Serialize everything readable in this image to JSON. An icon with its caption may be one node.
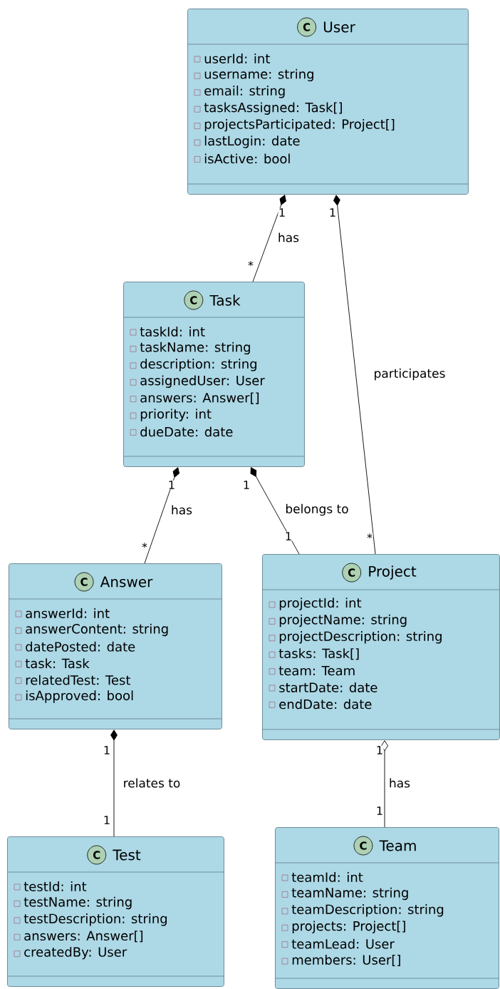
{
  "diagram": {
    "nodes": [
      {
        "text": [
          "C",
          "User",
          "userId: int",
          "username: string",
          "email: string",
          "tasksAssigned: Task[]",
          "projectsParticipated: Project[]",
          "lastLogin: date",
          "isActive: bool"
        ]
      },
      {
        "text": [
          "C",
          "Task",
          "taskId: int",
          "taskName: string",
          "description: string",
          "assignedUser: User",
          "answers: Answer[]",
          "priority: int",
          "dueDate: date"
        ]
      },
      {
        "text": [
          "C",
          "Answer",
          "answerId: int",
          "answerContent: string",
          "datePosted: date",
          "task: Task",
          "relatedTest: Test",
          "isApproved: bool"
        ]
      },
      {
        "text": [
          "C",
          "Project",
          "projectId: int",
          "projectName: string",
          "projectDescription: string",
          "tasks: Task[]",
          "team: Team",
          "startDate: date",
          "endDate: date"
        ]
      },
      {
        "text": [
          "C",
          "Test",
          "testId: int",
          "testName: string",
          "testDescription: string",
          "answers: Answer[]",
          "createdBy: User"
        ]
      },
      {
        "text": [
          "C",
          "Team",
          "teamId: int",
          "teamName: string",
          "teamDescription: string",
          "projects: Project[]",
          "teamLead: User",
          "members: User[]"
        ]
      }
    ],
    "edges": [
      {
        "from": 0,
        "to": 1,
        "arrow": "other",
        "label": "has"
      },
      {
        "from": 0,
        "to": 3,
        "arrow": "other",
        "label": "participates"
      },
      {
        "from": 1,
        "to": 2,
        "arrow": "other",
        "label": "has"
      },
      {
        "from": 1,
        "to": 3,
        "arrow": "other",
        "label": "belongs to"
      },
      {
        "from": 2,
        "to": 4,
        "arrow": "other",
        "label": "relates to"
      },
      {
        "from": 3,
        "to": 5,
        "arrow": "other",
        "label": "has"
      }
    ],
    "labels": [
      "1",
      "1",
      "*",
      "1",
      "1",
      "1",
      "*",
      "*",
      "1",
      "1",
      "1",
      "1"
    ]
  }
}
